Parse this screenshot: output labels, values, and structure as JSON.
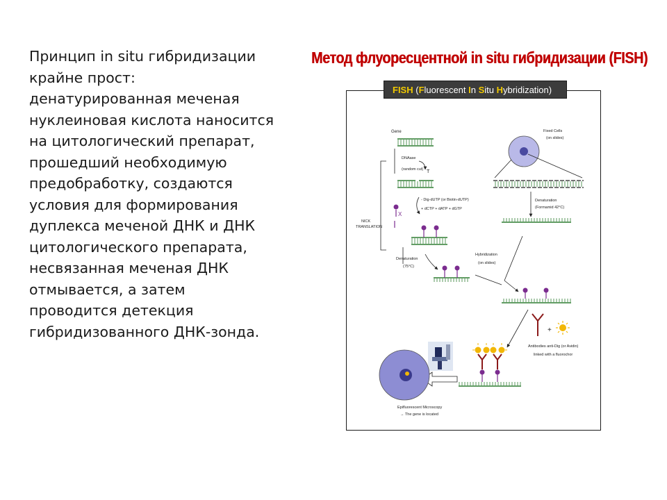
{
  "body_text": [
    "Принцип in situ гибридизации",
    "крайне прост:",
    "денатурированная меченая",
    "нуклеиновая кислота наносится",
    "на цитологический препарат,",
    "прошедший необходимую",
    "предобработку, создаются",
    "условия для формирования",
    "дуплекса меченой ДНК и ДНК",
    "цитологического препарата,",
    "несвязанная меченая ДНК",
    "отмывается, а затем",
    "проводится детекция",
    "гибридизованного ДНК-зонда."
  ],
  "slide_title": "Метод флуоресцентной in situ гибридизации (FISH)",
  "banner": {
    "prefix": "FISH",
    "open": " (",
    "f": "F",
    "f_rest": "luorescent ",
    "i": "I",
    "i_rest": "n ",
    "s": "S",
    "s_rest": "itu ",
    "h": "H",
    "h_rest": "ybridization)"
  },
  "labels": {
    "gene": "Gene",
    "dnase": "DNAase",
    "random_cut": "(random cut)",
    "nick_1": "NICK",
    "nick_2": "TRANSLATION",
    "dig_dutp": "- Dig-dUTP (or Biotin-dUTP)",
    "dctp": "+ dCTP + dATP + dGTP",
    "denat_left_1": "Denaturation",
    "denat_left_2": "(75°C)",
    "fixed_cells_1": "Fixed Cells",
    "fixed_cells_2": "(on slides)",
    "denat_right_1": "Denaturation",
    "denat_right_2": "(Formamid 42°C)",
    "hybrid_1": "Hybridization",
    "hybrid_2": "(on slides)",
    "antibodies_1": "Antibodies anti-Dig (or Avidin)",
    "antibodies_2": "linked with a fluorochor",
    "epi_1": "Epifluorescent Microscopy",
    "epi_2": "→ The gene is located"
  },
  "colors": {
    "title_red": "#c00000",
    "banner_bg": "#3c3c3c",
    "dna_green": "#2e7d32",
    "probe_purple": "#7b2c8f",
    "cell_purple": "#8a8ad0",
    "fluor_yellow": "#f2b705"
  }
}
